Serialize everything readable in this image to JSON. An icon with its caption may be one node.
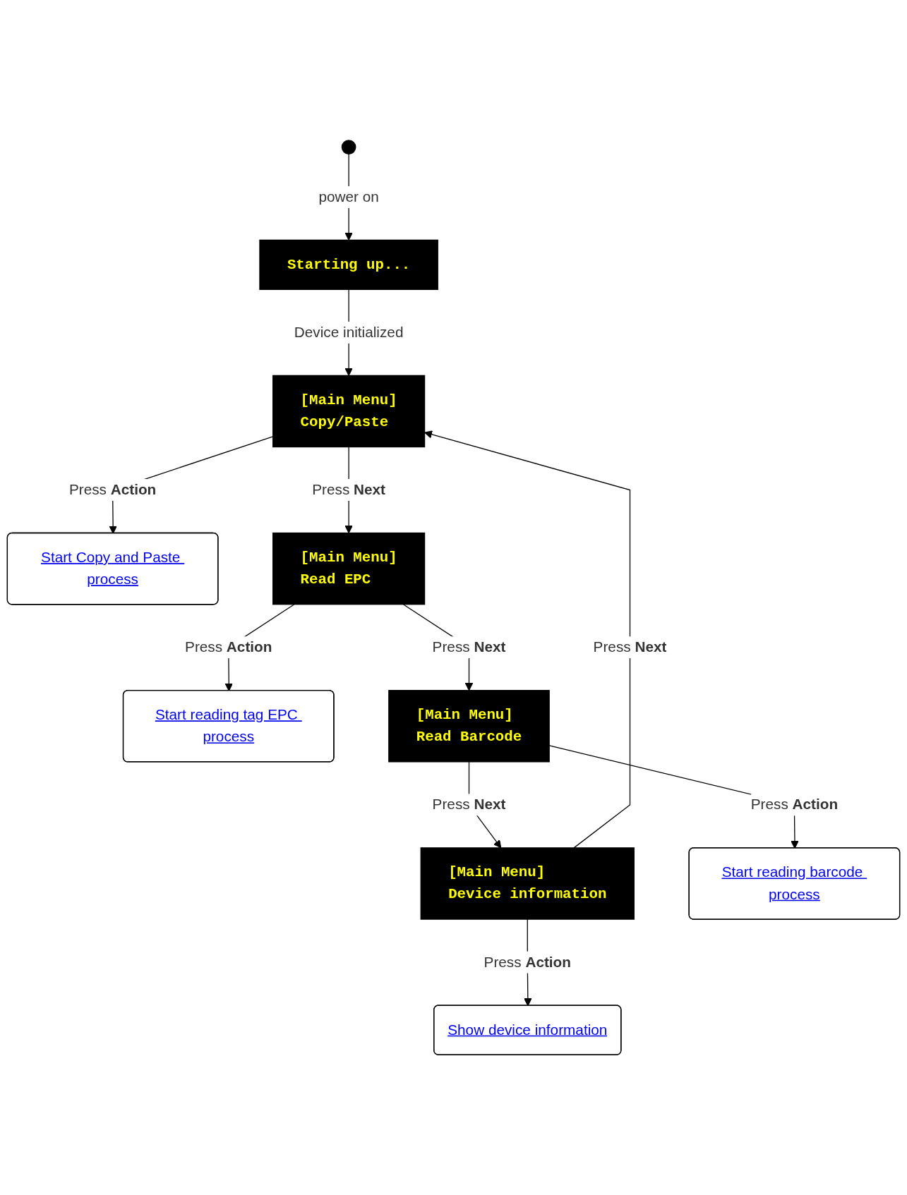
{
  "diagram": {
    "nodes": [
      {
        "text": [],
        "shape": "circle"
      },
      {
        "text": [
          "Starting up..."
        ]
      },
      {
        "text": [
          "[Main Menu]",
          "Copy/Paste"
        ]
      },
      {
        "text": [
          "Start Copy and Paste process"
        ]
      },
      {
        "text": [
          "[Main Menu]",
          "Device information"
        ]
      },
      {
        "text": [
          "Show device information"
        ]
      },
      {
        "text": [
          "[Main Menu]",
          "Read EPC"
        ]
      },
      {
        "text": [
          "Start reading tag EPC process"
        ]
      },
      {
        "text": [
          "[Main Menu]",
          "Read Barcode"
        ]
      },
      {
        "text": [
          "Start reading barcode process"
        ]
      }
    ],
    "edges": [
      {
        "from": 0,
        "to": 1,
        "arrow": "to",
        "label": "power on"
      },
      {
        "from": 1,
        "to": 2,
        "arrow": "to",
        "label": "Device initialized"
      },
      {
        "from": 2,
        "to": 3,
        "arrow": "to",
        "label": "Press **Action**"
      },
      {
        "from": 2,
        "to": 6,
        "arrow": "to",
        "label": "Press **Next**"
      },
      {
        "from": 4,
        "to": 2,
        "arrow": "to",
        "label": "Press **Next**"
      },
      {
        "from": 4,
        "to": 5,
        "arrow": "to",
        "label": "Press **Action**"
      },
      {
        "from": 6,
        "to": 7,
        "arrow": "to",
        "label": "Press **Action**"
      },
      {
        "from": 6,
        "to": 8,
        "arrow": "to",
        "label": "Press **Next**"
      },
      {
        "from": 8,
        "to": 4,
        "arrow": "to",
        "label": "Press **Next**"
      },
      {
        "from": 8,
        "to": 9,
        "arrow": "to",
        "label": "Press **Action**"
      }
    ]
  }
}
